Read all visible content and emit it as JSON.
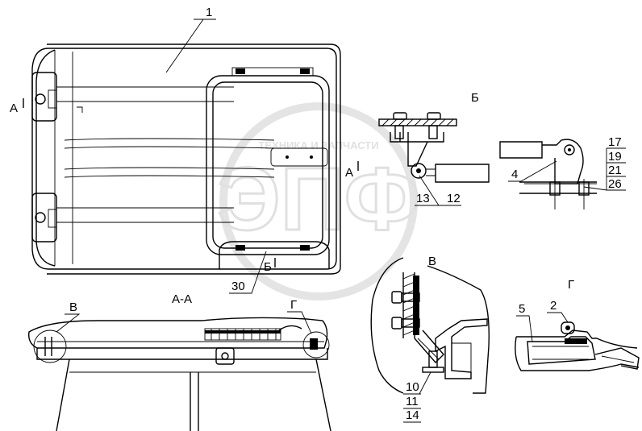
{
  "watermark": {
    "big": "ЭПФ",
    "small": "ТЕХНИКА И ЗАПЧАСТИ"
  },
  "callouts": {
    "n1": "1",
    "n2": "2",
    "n4": "4",
    "n5": "5",
    "n10": "10",
    "n11": "11",
    "n12": "12",
    "n13": "13",
    "n14": "14",
    "n17": "17",
    "n19": "19",
    "n21": "21",
    "n26": "26",
    "n30": "30"
  },
  "sections": {
    "a_left": "А",
    "a_right": "А",
    "b_mark": "Б",
    "b_view": "Б",
    "v_mark": "В",
    "v_view": "В",
    "g_mark": "Г",
    "g_view": "Г",
    "aa": "А-А"
  }
}
